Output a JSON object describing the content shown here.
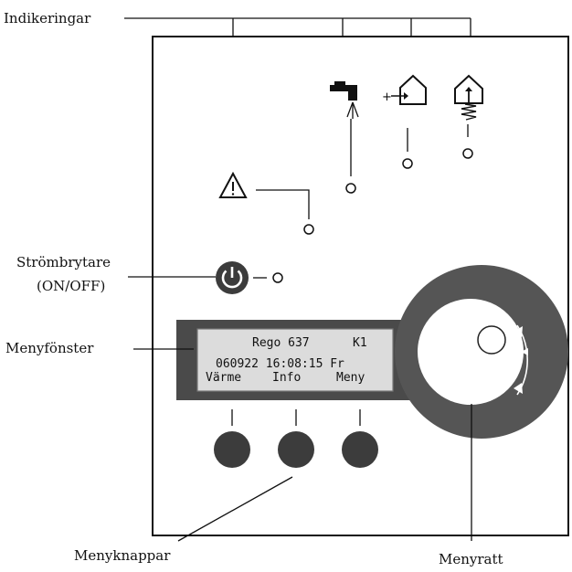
{
  "labels": {
    "indications": "Indikeringar",
    "power_switch_line1": "Strömbrytare",
    "power_switch_line2": "(ON/OFF)",
    "menu_window": "Menyfönster",
    "menu_buttons": "Menyknappar",
    "menu_dial": "Menyratt"
  },
  "display": {
    "line1_model": "Rego 637",
    "line1_circuit": "K1",
    "line2": "060922 16:08:15 Fr",
    "softkey_left": "Värme",
    "softkey_middle": "Info",
    "softkey_right": "Meny"
  },
  "icons": {
    "alarm": "warning-triangle-icon",
    "hot_water": "tap-icon",
    "external_heat": "house-arrow-icon",
    "heating": "house-coil-icon",
    "power": "power-icon"
  },
  "colors": {
    "panel_bg": "#ffffff",
    "display_frame": "#4a4a4a",
    "display_screen": "#dcdcdc",
    "button": "#3c3c3c",
    "dial": "#555555"
  }
}
